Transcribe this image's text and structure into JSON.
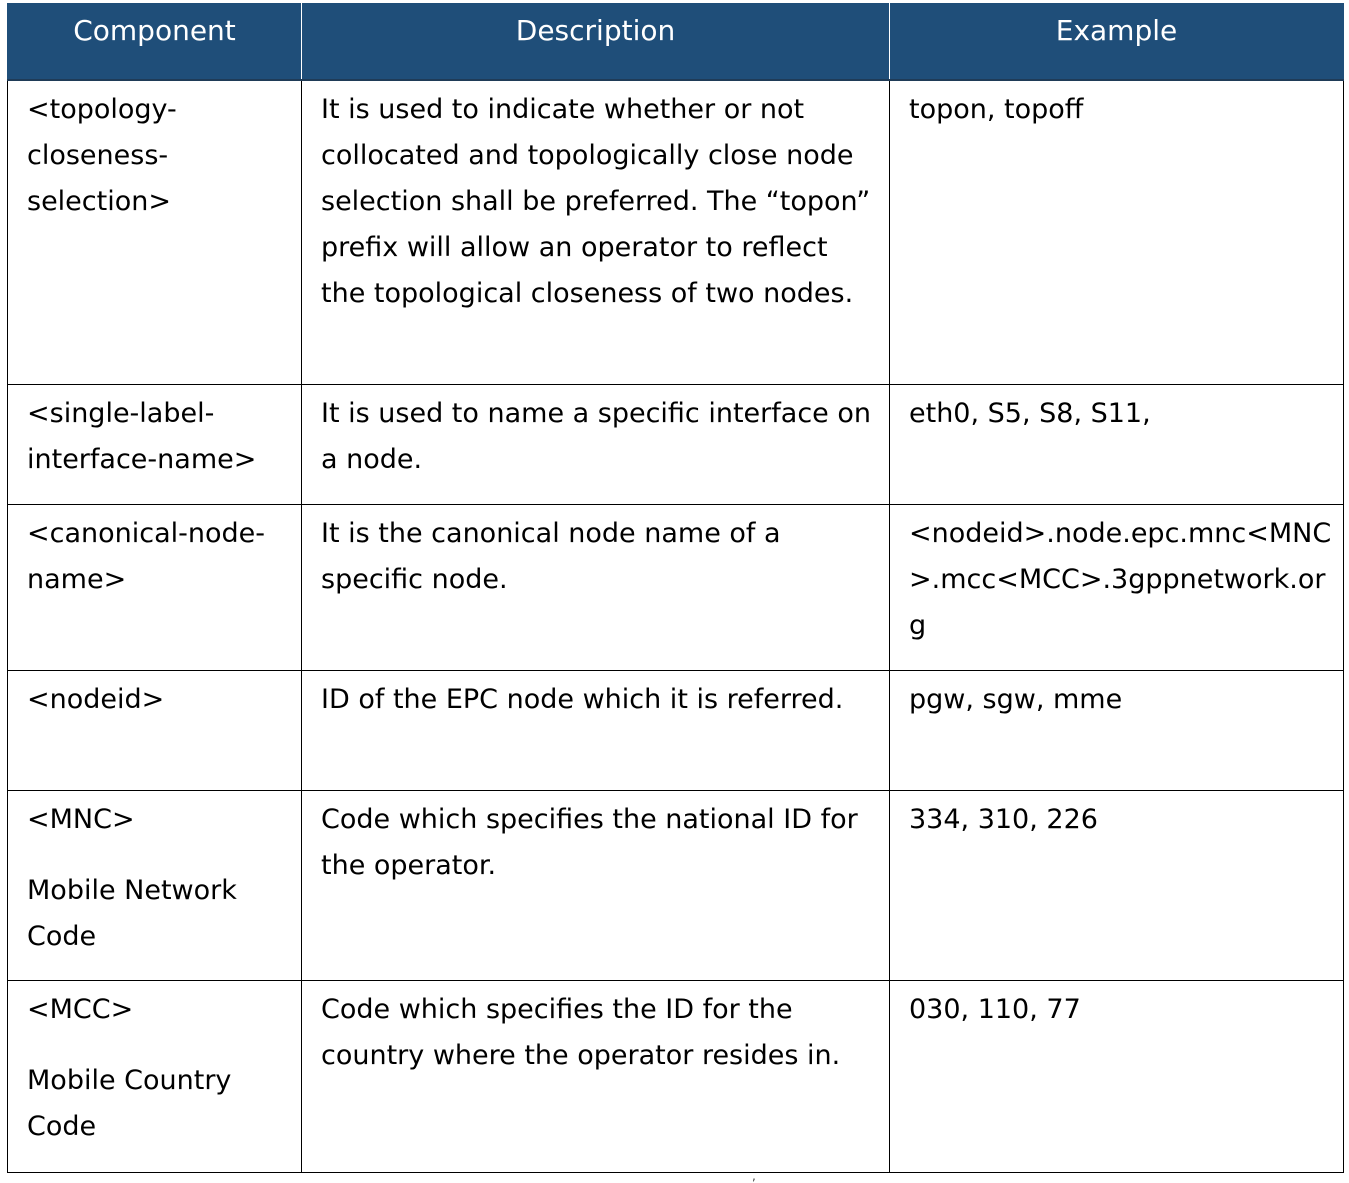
{
  "colors": {
    "header_background": "#1f4e79",
    "header_text": "#ffffff",
    "border": "#000000"
  },
  "table": {
    "headers": [
      "Component",
      "Description",
      "Example"
    ],
    "rows": [
      {
        "component": "<topology-closeness-selection>",
        "component_sub": "",
        "description": "It is used to indicate whether or not collocated and topologically close node selection shall be preferred. The “topon” prefix will allow an operator to reflect the topological closeness of two nodes.",
        "example": "topon, topoff"
      },
      {
        "component": "<single-label-interface-name>",
        "component_sub": "",
        "description": "It is used to name a specific interface on a node.",
        "example": "eth0, S5, S8, S11,"
      },
      {
        "component": "<canonical-node-name>",
        "component_sub": "",
        "description": "It is the canonical node name of a specific node.",
        "example": "<nodeid>.node.epc.mnc<MNC>.mcc<MCC>.3gppnetwork.org"
      },
      {
        "component": "<nodeid>",
        "component_sub": "",
        "description": "ID of the EPC node which it is referred.",
        "example": "pgw, sgw, mme"
      },
      {
        "component": "<MNC>",
        "component_sub": "Mobile Network Code",
        "description": "Code which specifies the national ID for the operator.",
        "example": "334, 310, 226"
      },
      {
        "component": "<MCC>",
        "component_sub": "Mobile Country Code",
        "description": "Code which specifies the ID for the country where the operator resides in.",
        "example": "030, 110, 77"
      }
    ]
  },
  "stray_mark": ","
}
